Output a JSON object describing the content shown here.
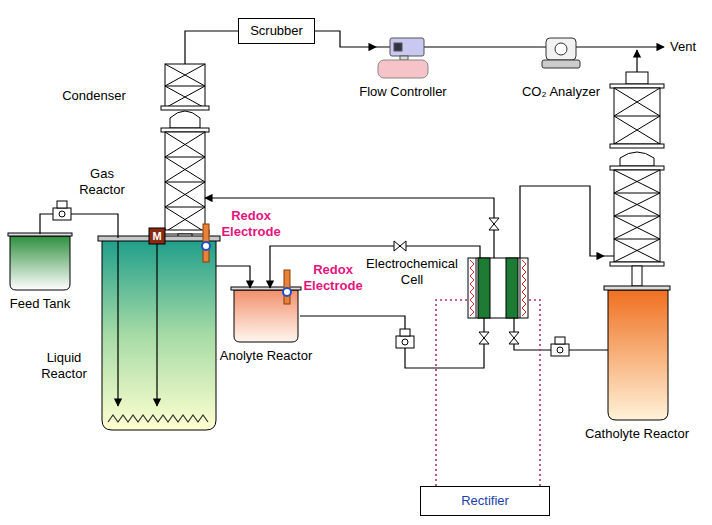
{
  "diagram": {
    "nodes": [
      {
        "text": [
          "Scrubber"
        ]
      },
      {
        "text": [
          "Flow Controller"
        ]
      },
      {
        "text": [
          "CO₂ Analyzer"
        ]
      },
      {
        "text": [
          "Condenser"
        ]
      },
      {
        "text": [
          "Gas Reactor"
        ]
      },
      {
        "text": [
          "Feed Tank"
        ]
      },
      {
        "text": [
          "Liquid Reactor"
        ]
      },
      {
        "text": [
          "Anolyte Reactor"
        ]
      },
      {
        "text": [
          "Electrochemical Cell"
        ]
      },
      {
        "text": [
          "Catholyte Reactor"
        ]
      },
      {
        "text": [
          "Rectifier"
        ]
      }
    ],
    "edges": [
      {
        "from": 3,
        "to": 0,
        "arrow": "none"
      },
      {
        "from": 0,
        "to": 1,
        "arrow": "to"
      },
      {
        "from": 1,
        "to": 2,
        "arrow": "none"
      },
      {
        "from": 5,
        "to": 6,
        "arrow": "none"
      },
      {
        "from": 6,
        "to": 7,
        "arrow": "to"
      },
      {
        "from": 7,
        "to": 8,
        "arrow": "none"
      },
      {
        "from": 8,
        "to": 4,
        "arrow": "to"
      },
      {
        "from": 8,
        "to": 7,
        "arrow": "to"
      },
      {
        "from": 9,
        "to": 8,
        "arrow": "none"
      },
      {
        "from": 8,
        "to": 9,
        "arrow": "to"
      },
      {
        "from": 10,
        "to": 8,
        "arrow": "none"
      },
      {
        "from": 10,
        "to": 8,
        "arrow": "none"
      }
    ],
    "labels": [
      "Vent",
      "M",
      "Redox Electrode",
      "Redox Electrode"
    ]
  }
}
